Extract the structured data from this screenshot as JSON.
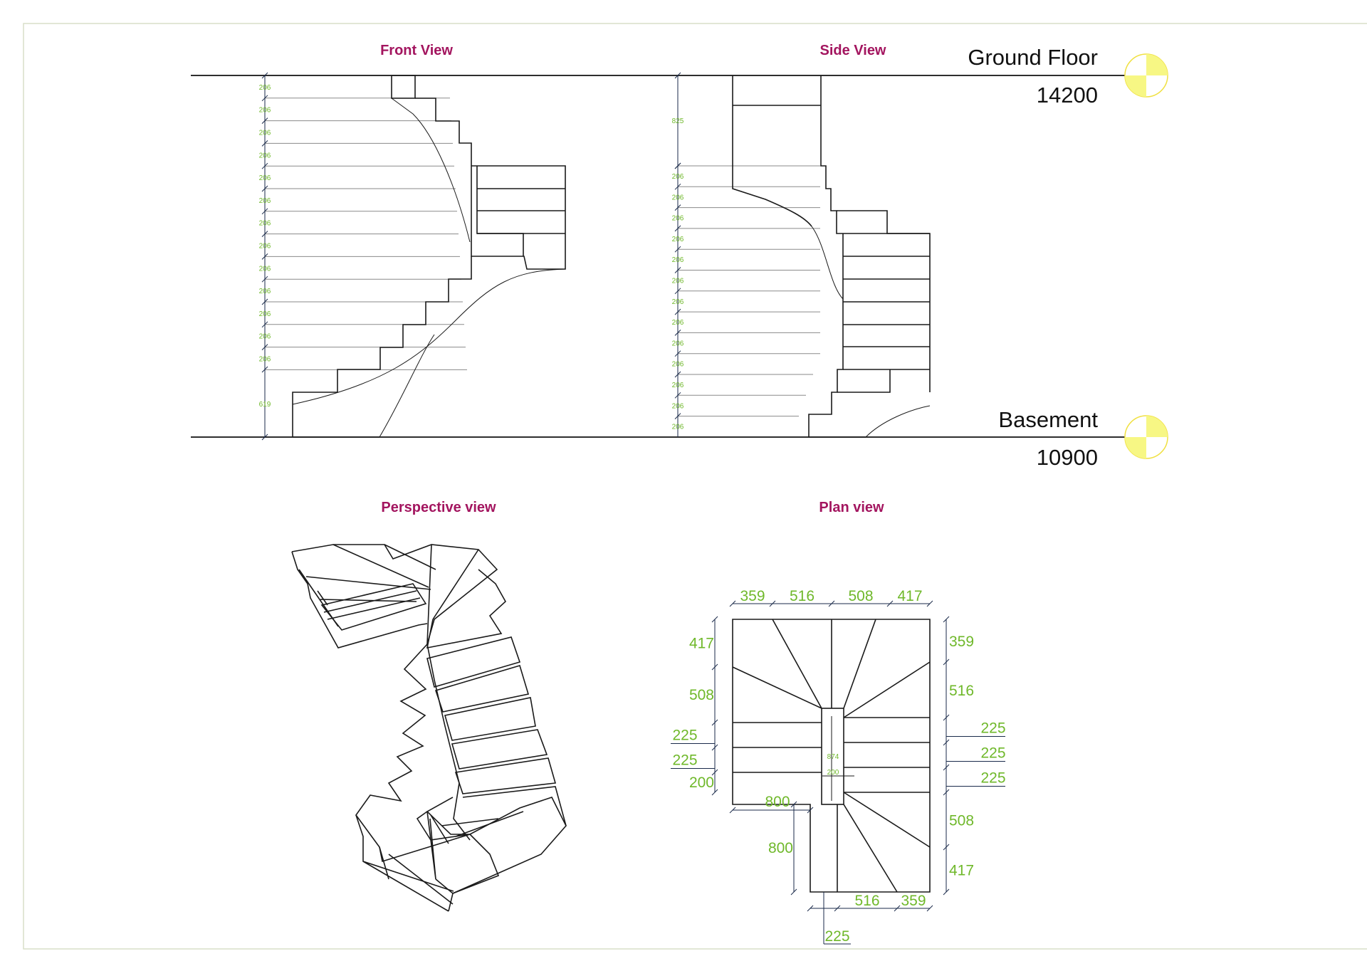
{
  "views": {
    "front_title": "Front View",
    "side_title": "Side View",
    "perspective_title": "Perspective view",
    "plan_title": "Plan view"
  },
  "levels": {
    "ground": {
      "name": "Ground Floor",
      "value": "14200"
    },
    "basement": {
      "name": "Basement",
      "value": "10900"
    }
  },
  "marker_colors": {
    "fill": "#f7f784",
    "stroke": "#f0e040"
  },
  "front_dims": {
    "risers": [
      "206",
      "206",
      "206",
      "206",
      "206",
      "206",
      "206",
      "206",
      "206",
      "206",
      "206",
      "206",
      "206"
    ],
    "bottom": "619"
  },
  "side_dims": {
    "top": "825",
    "risers": [
      "206",
      "206",
      "206",
      "206",
      "206",
      "206",
      "206",
      "206",
      "206",
      "206",
      "206",
      "206",
      "206"
    ]
  },
  "plan_dims": {
    "top": [
      "359",
      "516",
      "508",
      "417"
    ],
    "left": [
      "417",
      "508",
      "225",
      "225",
      "200"
    ],
    "right": [
      "359",
      "516",
      "225",
      "225",
      "225",
      "508",
      "417"
    ],
    "landing_width": "800",
    "landing_depth": "800",
    "bottom": [
      "516",
      "359"
    ],
    "bottom_extra": "225",
    "newel_len": "874",
    "newel_w": "200"
  },
  "colors": {
    "dimension_text": "#6fb82a",
    "view_title": "#a3155f"
  }
}
